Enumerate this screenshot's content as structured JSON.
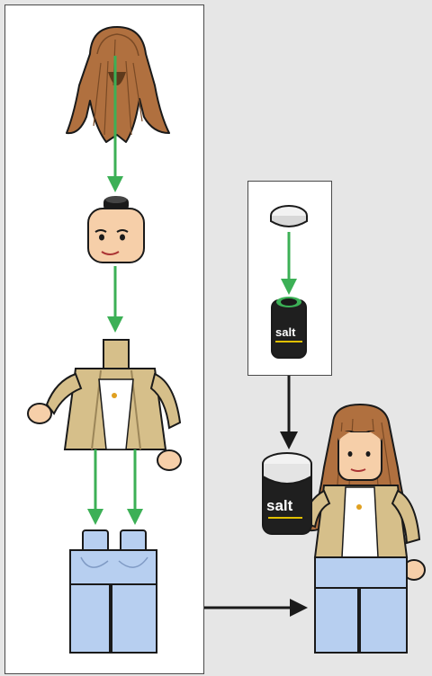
{
  "step": {
    "main_panel": "minifigure-assembly",
    "sub_panel": "accessory-assembly"
  },
  "parts": {
    "container_label": "salt"
  },
  "colors": {
    "page_background": "#e6e6e6",
    "panel_background": "#ffffff",
    "panel_border": "#4a4a4a",
    "assembly_arrow": "#3cb056",
    "flow_arrow": "#1a1a1a",
    "hair": "#b0703f",
    "skin": "#f6cfa9",
    "torso": "#d6bf8a",
    "legs": "#b7cff0",
    "container_body": "#1f1f1f",
    "lid": "#f2f2f2"
  }
}
